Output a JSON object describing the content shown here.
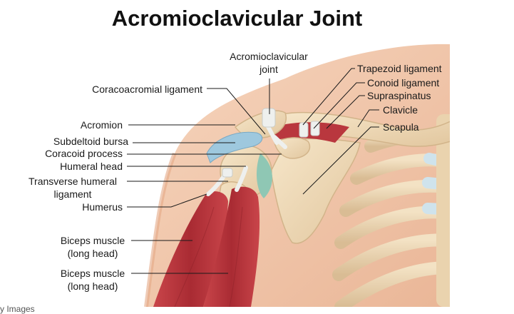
{
  "title": "Acromioclavicular Joint",
  "labels": {
    "ac_joint": "Acromioclavicular\njoint",
    "coracoacromial": "Coracoacromial ligament",
    "acromion": "Acromion",
    "subdeltoid": "Subdeltoid bursa",
    "coracoid": "Coracoid process",
    "humeral_head": "Humeral head",
    "transverse": "Transverse humeral\nligament",
    "humerus": "Humerus",
    "biceps1": "Biceps muscle\n(long head)",
    "biceps2": "Biceps muscle\n(long head)",
    "trapezoid": "Trapezoid ligament",
    "conoid": "Conoid ligament",
    "supraspinatus": "Supraspinatus",
    "clavicle": "Clavicle",
    "scapula": "Scapula"
  },
  "credit": "y Images",
  "colors": {
    "skin": "#f2c7a8",
    "bone": "#eed9b8",
    "muscle": "#b8363d",
    "bursa": "#9ec8de",
    "cartilage": "#8fc7b4",
    "ligament": "#eef0ee"
  }
}
